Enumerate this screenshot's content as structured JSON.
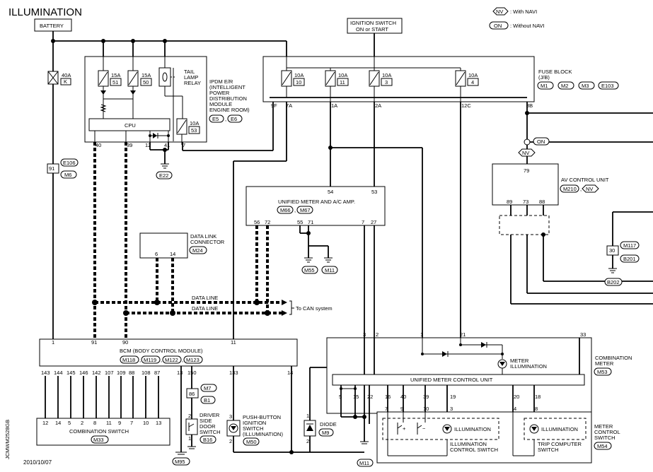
{
  "title": "ILLUMINATION",
  "legend": {
    "nv": "NV",
    "nv_text": ": With NAVI",
    "on": "ON",
    "on_text": ": Without NAVI"
  },
  "battery": "BATTERY",
  "ignition": {
    "line1": "IGNITION SWITCH",
    "line2": "ON or START"
  },
  "fuse_main": {
    "amp": "40A",
    "id": "K"
  },
  "pdm": {
    "lines": [
      "IPDM E/R",
      "(INTELLIGENT",
      "POWER",
      "DISTRIBUTION",
      "MODULE",
      "ENGINE ROOM)"
    ],
    "conn1": "E5",
    "conn2": "E6",
    "fuse1_amp": "15A",
    "fuse1_id": "51",
    "fuse2_amp": "15A",
    "fuse2_id": "50",
    "relay_lines": [
      "TAIL",
      "LAMP",
      "RELAY"
    ],
    "fuse3_amp": "10A",
    "fuse3_id": "53",
    "cpu": "CPU",
    "pins": [
      "40",
      "39",
      "12",
      "41",
      "7"
    ],
    "ground": "E22"
  },
  "fuse_block": {
    "lines": [
      "FUSE BLOCK",
      "(J/B)"
    ],
    "fuses": [
      {
        "amp": "10A",
        "id": "10",
        "pin": "9F",
        "pin2": "7A"
      },
      {
        "amp": "10A",
        "id": "11",
        "pin": "1A"
      },
      {
        "amp": "10A",
        "id": "3",
        "pin": "2A"
      },
      {
        "amp": "10A",
        "id": "4",
        "pin": "12C"
      }
    ],
    "pin_out": "8B",
    "connectors": [
      "M1",
      "M2",
      "M3",
      "E103"
    ]
  },
  "joint": {
    "on": "ON",
    "nv": "NV"
  },
  "av": {
    "title": "AV CONTROL UNIT",
    "conn": "M210",
    "nv": "NV",
    "pin_top": "79",
    "pins": [
      "89",
      "73",
      "88"
    ]
  },
  "ground_m117": {
    "pin": "30",
    "c1": "M117",
    "c2": "B201",
    "gnd": "B202"
  },
  "left_conn": {
    "pin": "91",
    "c1": "E106",
    "c2": "M6"
  },
  "meter_amp": {
    "title": "UNIFIED METER AND A/C AMP.",
    "conns": [
      "M66",
      "M67"
    ],
    "top_pins": [
      "54",
      "53"
    ],
    "bot_pins": [
      "56",
      "72",
      "55",
      "71",
      "7",
      "27"
    ],
    "grounds": [
      "M55",
      "M11"
    ]
  },
  "dlc": {
    "lines": [
      "DATA LINK",
      "CONNECTOR"
    ],
    "conn": "M24",
    "pins": [
      "6",
      "14"
    ]
  },
  "data_line_1": "DATA LINE",
  "data_line_2": "DATA LINE",
  "can_label": "To CAN system",
  "bcm": {
    "title": "BCM (BODY CONTROL MODULE)",
    "conns": [
      "M118",
      "M119",
      "M122",
      "M123"
    ],
    "top_pins": [
      "1",
      "91",
      "90",
      "11"
    ],
    "bot_pins": [
      "143",
      "144",
      "145",
      "146",
      "142",
      "107",
      "109",
      "88",
      "108",
      "87",
      "13",
      "150",
      "133",
      "14"
    ]
  },
  "combo_switch": {
    "title": "COMBINATION SWITCH",
    "conn": "M33",
    "pins": [
      "12",
      "14",
      "5",
      "2",
      "8",
      "11",
      "9",
      "7",
      "10",
      "13"
    ]
  },
  "door_switch": {
    "lines": [
      "DRIVER",
      "SIDE",
      "DOOR",
      "SWITCH"
    ],
    "conn": "B16",
    "pins": [
      "2",
      "1"
    ],
    "c1": "M7",
    "c2": "B1",
    "pin86": "86",
    "ground": "M95"
  },
  "push_switch": {
    "lines": [
      "PUSH-BUTTON",
      "IGNITION",
      "SWITCH",
      "(ILLUMINATION)"
    ],
    "conn": "M50",
    "pins": [
      "3",
      "2"
    ]
  },
  "diode": {
    "label": "DIODE",
    "conn": "M9",
    "pins": [
      "1",
      "2"
    ]
  },
  "combo_meter": {
    "lines": [
      "COMBINATION",
      "METER"
    ],
    "conn": "M53",
    "top_pins": [
      "3",
      "2",
      "1",
      "21",
      "33"
    ],
    "illum_lines": [
      "METER",
      "ILLUMINATION"
    ],
    "control_unit": "UNIFIED METER CONTROL UNIT",
    "bot_pins": [
      "5",
      "15",
      "22",
      "16",
      "40",
      "39",
      "19",
      "20",
      "18"
    ],
    "ground": "M11"
  },
  "meter_switch": {
    "lines": [
      "METER",
      "CONTROL",
      "SWITCH"
    ],
    "conn": "M54",
    "pins": [
      "7",
      "9",
      "10",
      "3",
      "4",
      "8"
    ],
    "illum1": "ILLUMINATION",
    "illum2": "ILLUMINATION",
    "sw1_lines": [
      "ILLUMINATION",
      "CONTROL SWITCH"
    ],
    "sw2_lines": [
      "TRIP COMPUTER",
      "SWITCH"
    ]
  },
  "side_code": "JCMWM2528GB",
  "date": "2010/10/07"
}
